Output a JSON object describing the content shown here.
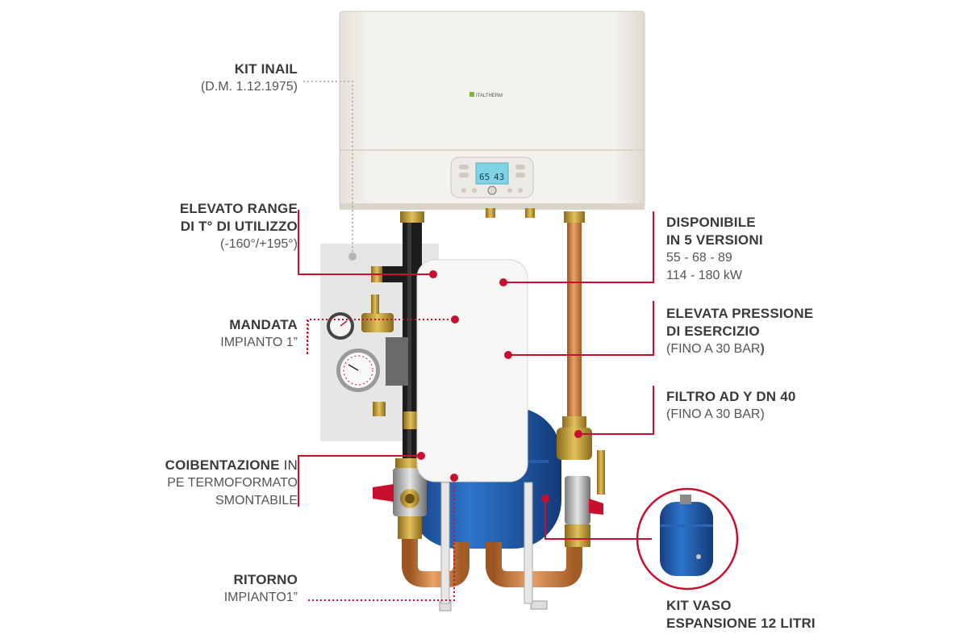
{
  "colors": {
    "accent": "#c8102e",
    "text_dark": "#3a3a3a",
    "text_sub": "#555555",
    "boiler_body": "#f1efe9",
    "copper": "#c87a3c",
    "tank_blue": "#1f5fb0"
  },
  "boiler": {
    "brand": "ITALTHERM",
    "display_left": "65",
    "display_right": "43"
  },
  "labels": {
    "kit_inail": {
      "title": "KIT INAIL",
      "sub": "(D.M. 1.12.1975)"
    },
    "range": {
      "title1": "ELEVATO RANGE",
      "title2": "DI T° DI UTILIZZO",
      "sub": "(-160°/+195°)"
    },
    "mandata": {
      "title": "MANDATA",
      "sub": "IMPIANTO 1”"
    },
    "coibentazione": {
      "title": "COIBENTAZIONE",
      "inline": " IN",
      "line2": "PE TERMOFORMATO",
      "line3": "SMONTABILE"
    },
    "ritorno": {
      "title": "RITORNO",
      "sub": "IMPIANTO1”"
    },
    "disponibile": {
      "title1": "DISPONIBILE",
      "title2": "IN 5 VERSIONI",
      "sub1": "55 - 68 - 89",
      "sub2": "114 - 180 kW"
    },
    "pressione": {
      "title1": "ELEVATA PRESSIONE",
      "title2": "DI ESERCIZIO",
      "sub": "(FINO A 30 BAR",
      "sub_close": ")"
    },
    "filtro": {
      "title": "FILTRO AD Y DN 40",
      "sub": "(FINO A 30 BAR)"
    },
    "vaso": {
      "title1": "KIT VASO",
      "title2": "ESPANSIONE 12 LITRI"
    }
  }
}
